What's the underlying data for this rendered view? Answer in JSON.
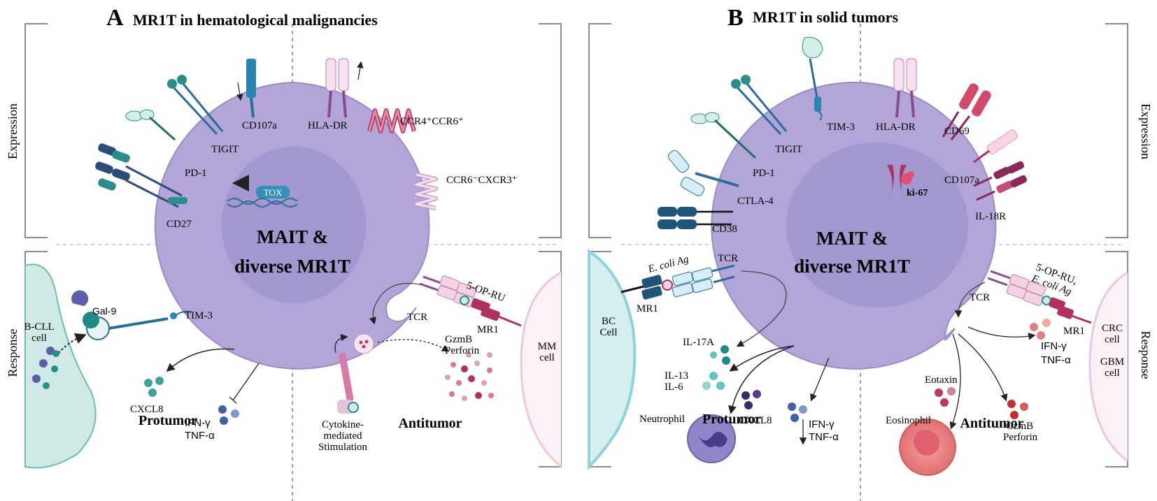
{
  "panelA": {
    "letter": "A",
    "title": "MR1T in hematological malignancies",
    "cell_title_line1": "MAIT &",
    "cell_title_line2": "diverse MR1T",
    "side_expression": "Expression",
    "side_response": "Response",
    "bottom_left": "Protumor",
    "bottom_right": "Antitumor",
    "markers": {
      "cd107a": "CD107a",
      "hladr": "HLA-DR",
      "tigit": "TIGIT",
      "pd1": "PD-1",
      "ccr4ccr6": "CCR4⁺CCR6⁺",
      "ccr6cxcr3": "CCR6⁻CXCR3⁺",
      "cd27": "CD27",
      "tox": "TOX"
    },
    "response": {
      "bcll_line1": "B-CLL",
      "bcll_line2": "cell",
      "gal9": "Gal-9",
      "tim3": "TIM-3",
      "cxcl8": "CXCL8",
      "ifn": "IFN-γ",
      "tnf": "TNF-α",
      "cyto_line1": "Cytokine-",
      "cyto_line2": "mediated",
      "cyto_line3": "Stimulation",
      "gzmb": "GzmB",
      "perforin": "Perforin",
      "tcr": "TCR",
      "op_ru": "5-OP-RU",
      "mr1": "MR1",
      "mm_line1": "MM",
      "mm_line2": "cell"
    }
  },
  "panelB": {
    "letter": "B",
    "title": "MR1T in solid tumors",
    "cell_title_line1": "MAIT &",
    "cell_title_line2": "diverse MR1T",
    "side_expression": "Expression",
    "side_response": "Response",
    "bottom_left": "Protumor",
    "bottom_right": "Antitumor",
    "markers": {
      "tim3": "TIM-3",
      "hladr": "HLA-DR",
      "tigit": "TIGIT",
      "pd1": "PD-1",
      "cd69": "CD69",
      "cd107a": "CD107a",
      "ctla4": "CTLA-4",
      "cd38": "CD38",
      "il18r": "IL-18R",
      "ki67": "ki-67"
    },
    "response": {
      "bc_line1": "BC",
      "bc_line2": "Cell",
      "ecoli_ag": "E. coli Ag",
      "mr1_left": "MR1",
      "tcr_left": "TCR",
      "il17a": "IL-17A",
      "il13": "IL-13",
      "il6": "IL-6",
      "neutrophil": "Neutrophil",
      "cxcl8": "CXCL8",
      "ifn": "IFN-γ",
      "tnf": "TNF-α",
      "eotaxin": "Eotaxin",
      "eosinophil": "Eosinophil",
      "gzmb": "GzmB",
      "perforin": "Perforin",
      "tcr_right": "TCR",
      "op_ru_line1": "5-OP-RU,",
      "op_ru_line2": "E. coli Ag",
      "mr1_right": "MR1",
      "ifn2": "IFN-γ",
      "tnf2": "TNF-α",
      "crc_line1": "CRC",
      "crc_line2": "cell",
      "gbm_line1": "GBM",
      "gbm_line2": "cell"
    }
  },
  "colors": {
    "cell_outer": "#b3a5d8",
    "cell_inner": "#a297cf",
    "bracket": "#8c86b8",
    "teal": "#2a8f8a",
    "blue": "#2b6d99",
    "magenta": "#b0315f",
    "pink": "#e6c1d9"
  }
}
